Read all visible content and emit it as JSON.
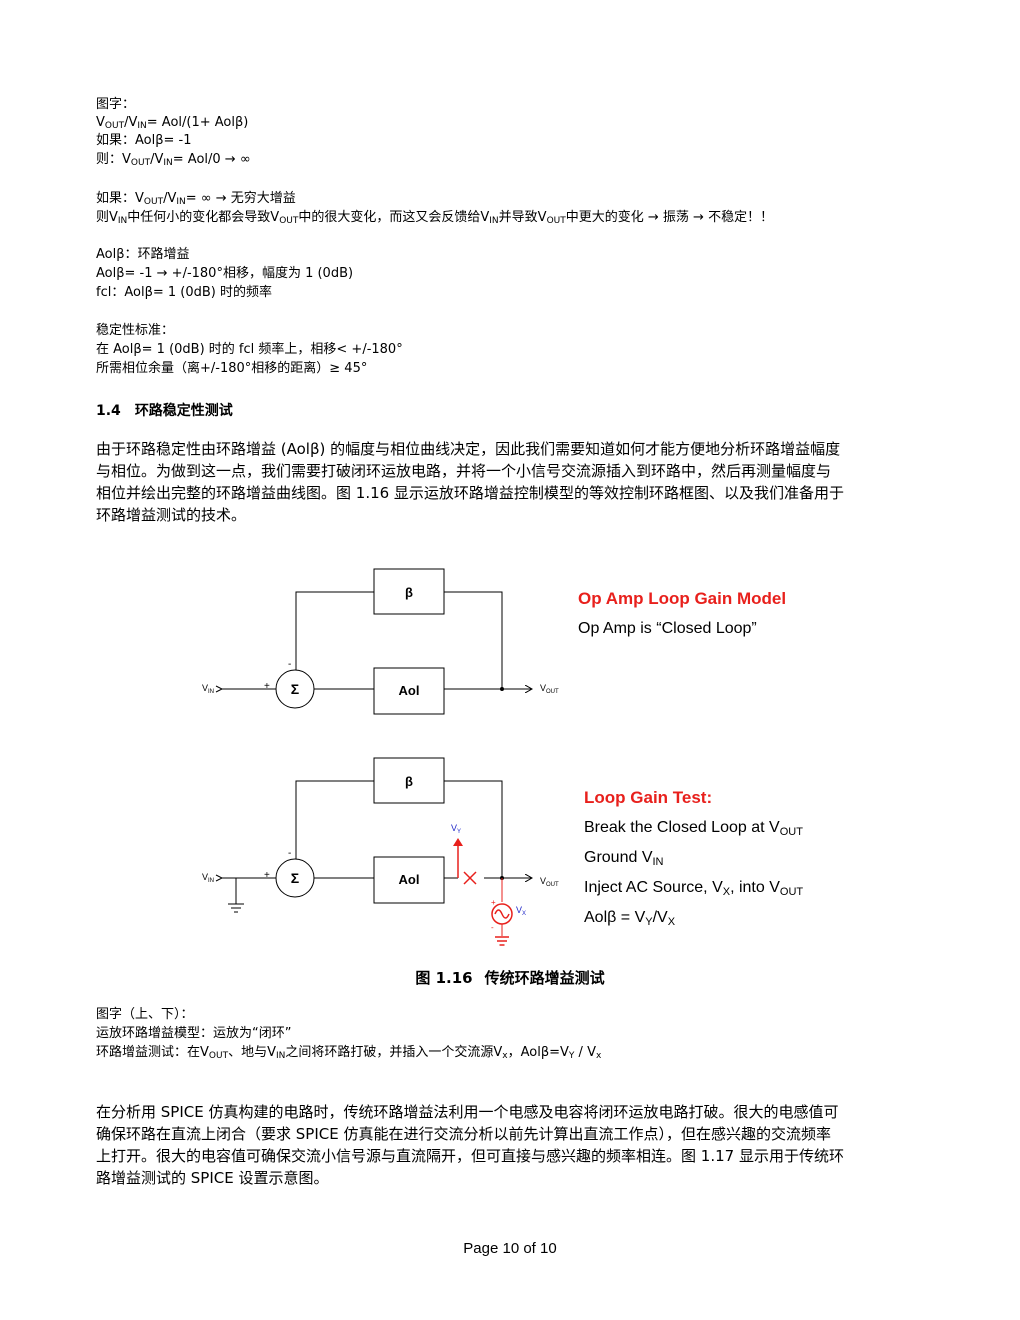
{
  "notes_top": {
    "l1": "图字：",
    "l2": {
      "a": "V",
      "b": "OUT",
      "c": "/V",
      "d": "IN",
      "e": "= Aol/(1+ Aolβ)"
    },
    "l3": "如果：Aolβ= -1",
    "l4": {
      "a": "则：V",
      "b": "OUT",
      "c": "/V",
      "d": "IN",
      "e": "= Aol/0 → ∞"
    },
    "l5": {
      "a": "如果：V",
      "b": "OUT",
      "c": "/V",
      "d": "IN",
      "e": "= ∞ → 无穷大增益"
    },
    "l6": {
      "a": "则V",
      "b": "IN",
      "c": "中任何小的变化都会导致V",
      "d": "OUT",
      "e": "中的很大变化，而这又会反馈给V",
      "f": "IN",
      "g": "并导致V",
      "h": "OUT",
      "i": "中更大的变化 → 振荡 → 不稳定！！"
    },
    "l7": "Aolβ：环路增益",
    "l8": "Aolβ= -1 → +/-180°相移，幅度为 1 (0dB)",
    "l9": "fcl：Aolβ= 1 (0dB) 时的频率",
    "l10": "稳定性标准：",
    "l11": "在 Aolβ= 1 (0dB) 时的 fcl 频率上，相移< +/-180°",
    "l12": "所需相位余量（离+/-180°相移的距离）≥ 45°"
  },
  "section": {
    "number": "1.4",
    "title": "环路稳定性测试"
  },
  "para1": [
    "由于环路稳定性由环路增益 (Aolβ) 的幅度与相位曲线决定，因此我们需要知道如何才能方便地分析环路增益幅度",
    "与相位。为做到这一点，我们需要打破闭环运放电路，并将一个小信号交流源插入到环路中，然后再测量幅度与",
    "相位并绘出完整的环路增益曲线图。图 1.16 显示运放环路增益控制模型的等效控制环路框图、以及我们准备用于",
    "环路增益测试的技术。"
  ],
  "diagram": {
    "beta": "β",
    "aol": "Aol",
    "sigma": "Σ",
    "minus": "-",
    "plus": "+",
    "vin_v": "V",
    "vin_sub": "IN",
    "vout_v": "V",
    "vout_sub": "OUT",
    "vy_v": "V",
    "vy_sub": "Y",
    "vx_v": "V",
    "vx_sub": "X",
    "src_plus": "+",
    "src_minus": "-"
  },
  "model_note": {
    "title": "Op Amp Loop Gain Model",
    "subtitle": "Op Amp is “Closed Loop”"
  },
  "test_note": {
    "title": "Loop Gain Test:",
    "l1": {
      "a": "Break the Closed Loop at V",
      "b": "OUT"
    },
    "l2": {
      "a": "Ground V",
      "b": "IN"
    },
    "l3": {
      "a": "Inject AC Source, V",
      "b": "X",
      "c": ", into V",
      "d": "OUT"
    },
    "l4": {
      "a": "Aolβ = V",
      "b": "Y",
      "c": "/V",
      "d": "X"
    }
  },
  "caption": {
    "fig": "图 1.16",
    "text": "传统环路增益测试"
  },
  "notes_bottom": {
    "l1": "图字（上、下）：",
    "l2": "运放环路增益模型：运放为“闭环”",
    "l3": {
      "a": "环路增益测试：在V",
      "b": "OUT",
      "c": "、地与V",
      "d": "IN",
      "e": "之间将环路打破，并插入一个交流源V",
      "f": "x",
      "g": "，Aolβ=V",
      "h": "Y",
      "i": " / V",
      "j": "x"
    }
  },
  "para2": [
    "在分析用 SPICE 仿真构建的电路时，传统环路增益法利用一个电感及电容将闭环运放电路打破。很大的电感值可",
    "确保环路在直流上闭合（要求 SPICE 仿真能在进行交流分析以前先计算出直流工作点），但在感兴趣的交流频率",
    "上打开。很大的电容值可确保交流小信号源与直流隔开，但可直接与感兴趣的频率相连。图 1.17 显示用于传统环",
    "路增益测试的 SPICE 设置示意图。"
  ],
  "footer": "Page 10 of 10"
}
